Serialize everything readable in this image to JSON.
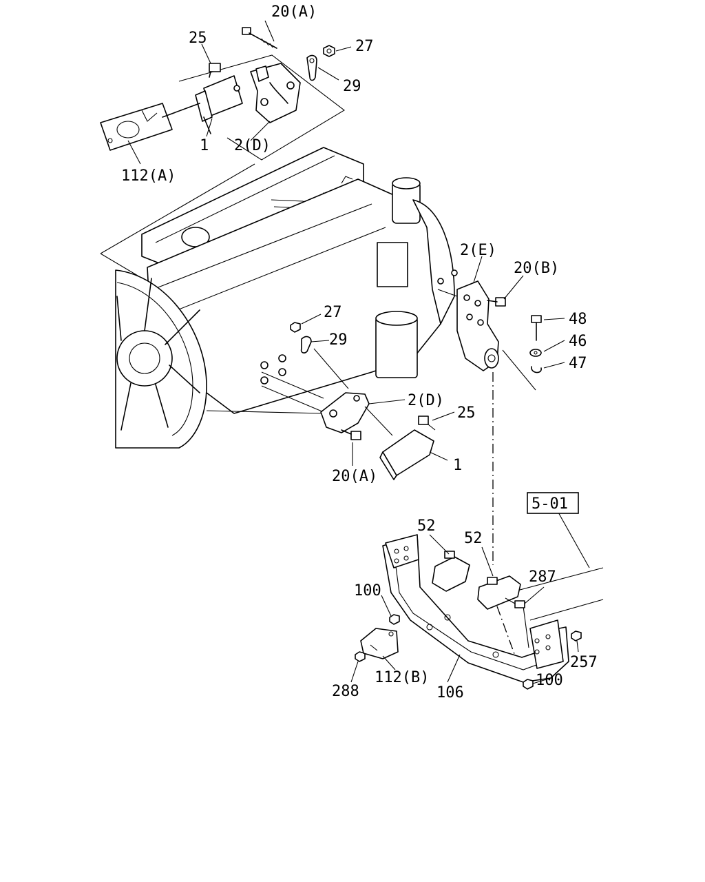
{
  "diagram": {
    "reference_box": "5-01",
    "labels": {
      "top_20a": "20(A)",
      "top_25": "25",
      "top_27": "27",
      "top_29": "29",
      "top_1": "1",
      "top_2d": "2(D)",
      "top_112a": "112(A)",
      "mid_2e": "2(E)",
      "mid_20b": "20(B)",
      "mid_48": "48",
      "mid_46": "46",
      "mid_47": "47",
      "mid_27": "27",
      "mid_29": "29",
      "mid_2d": "2(D)",
      "mid_25": "25",
      "mid_1": "1",
      "mid_20a": "20(A)",
      "low_52a": "52",
      "low_52b": "52",
      "low_287": "287",
      "low_100a": "100",
      "low_257": "257",
      "low_100b": "100",
      "low_112b": "112(B)",
      "low_288": "288",
      "low_106": "106"
    }
  }
}
